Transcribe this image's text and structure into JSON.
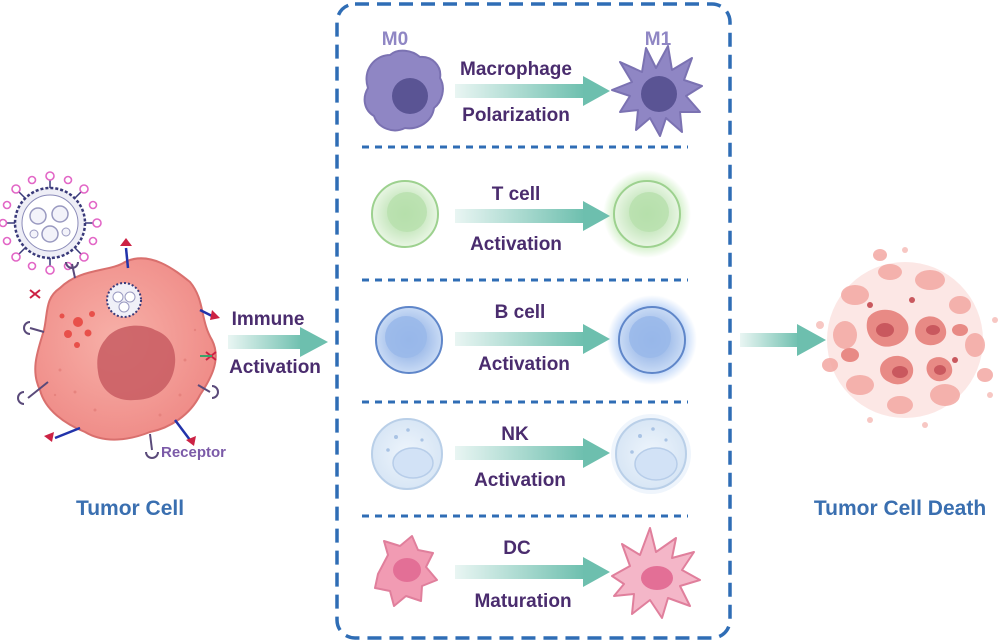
{
  "left": {
    "caption": "Tumor Cell",
    "receptor_label": "Receptor"
  },
  "arrow_in": {
    "line1": "Immune",
    "line2": "Activation"
  },
  "right": {
    "caption": "Tumor Cell Death"
  },
  "panel": {
    "rows": [
      {
        "id": "macrophage",
        "state_from": "M0",
        "state_to": "M1",
        "line1": "Macrophage",
        "line2": "Polarization"
      },
      {
        "id": "tcell",
        "line1": "T cell",
        "line2": "Activation"
      },
      {
        "id": "bcell",
        "line1": "B cell",
        "line2": "Activation"
      },
      {
        "id": "nk",
        "line1": "NK",
        "line2": "Activation"
      },
      {
        "id": "dc",
        "line1": "DC",
        "line2": "Maturation"
      }
    ]
  },
  "colors": {
    "panel_border": "#2f6db5",
    "arrow": "#6dbfae",
    "tumor": "#f1908c",
    "macrophage": "#8f86c4",
    "tcell": "#c6e6bd",
    "bcell": "#8fb1e6",
    "nk": "#dfeaf7",
    "dc": "#f19bb3",
    "text_purple": "#4a2c6e",
    "text_blue": "#3a6fb0"
  },
  "icons": [
    "nanoparticle-icon",
    "tumor-cell-icon",
    "receptor-icon",
    "macrophage-icon",
    "t-cell-icon",
    "b-cell-icon",
    "nk-cell-icon",
    "dendritic-cell-icon",
    "dead-tumor-cell-icon"
  ]
}
